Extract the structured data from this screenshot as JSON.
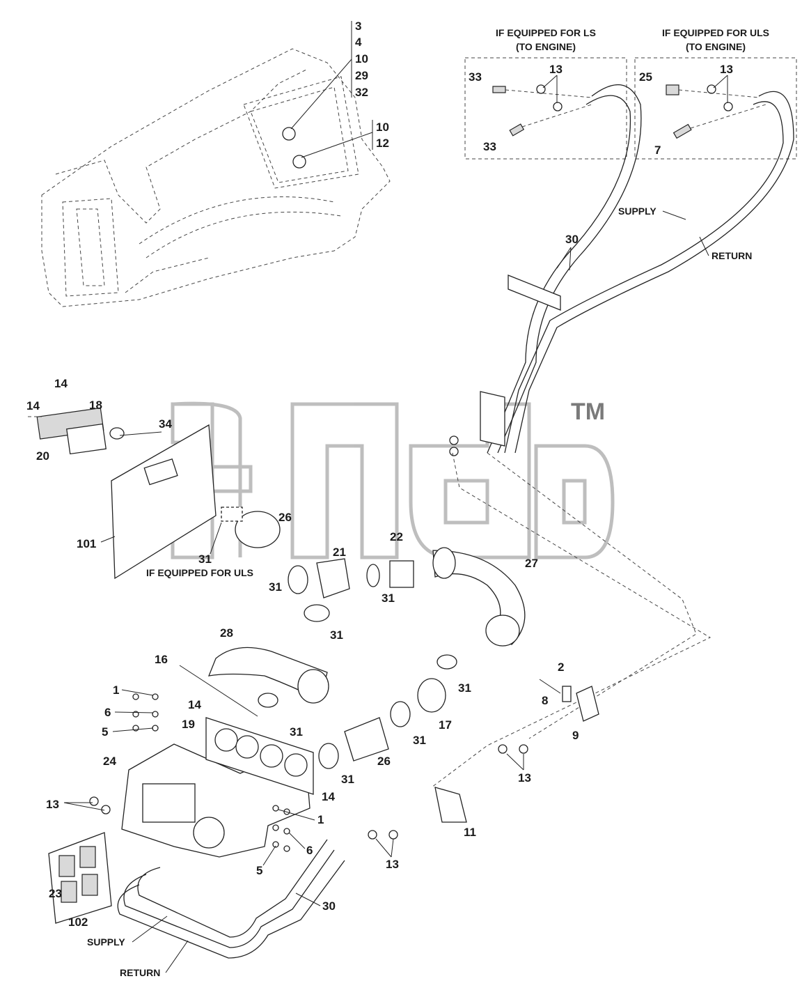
{
  "watermark": {
    "mark": "эпф",
    "tm": "TM"
  },
  "headers": {
    "ls": [
      "IF EQUIPPED FOR LS",
      "(TO ENGINE)"
    ],
    "uls": [
      "IF EQUIPPED FOR ULS",
      "(TO ENGINE)"
    ]
  },
  "notes": {
    "uls": "IF EQUIPPED FOR ULS",
    "supply_top": "SUPPLY",
    "return_top": "RETURN",
    "supply_bottom": "SUPPLY",
    "return_bottom": "RETURN"
  },
  "stack_a": [
    "3",
    "4",
    "10",
    "29",
    "32"
  ],
  "stack_b": [
    "10",
    "12"
  ],
  "callouts": {
    "c33a": "33",
    "c13a": "13",
    "c33b": "33",
    "c25": "25",
    "c13b": "13",
    "c7": "7",
    "c30a": "30",
    "c14a": "14",
    "c14b": "14",
    "c18": "18",
    "c20": "20",
    "c34": "34",
    "c101": "101",
    "c31a": "31",
    "c26a": "26",
    "c31b": "31",
    "c21": "21",
    "c22": "22",
    "c31c": "31",
    "c27": "27",
    "c31d": "31",
    "c28": "28",
    "c16": "16",
    "c1a": "1",
    "c6a": "6",
    "c5a": "5",
    "c14c": "14",
    "c19": "19",
    "c31e": "31",
    "c31f": "31",
    "c17": "17",
    "c26b": "26",
    "c31g": "31",
    "c31h": "31",
    "c2": "2",
    "c8": "8",
    "c9": "9",
    "c13c": "13",
    "c24": "24",
    "c13d": "13",
    "c14d": "14",
    "c1b": "1",
    "c6b": "6",
    "c5b": "5",
    "c11": "11",
    "c13e": "13",
    "c23": "23",
    "c30b": "30",
    "c102": "102"
  }
}
